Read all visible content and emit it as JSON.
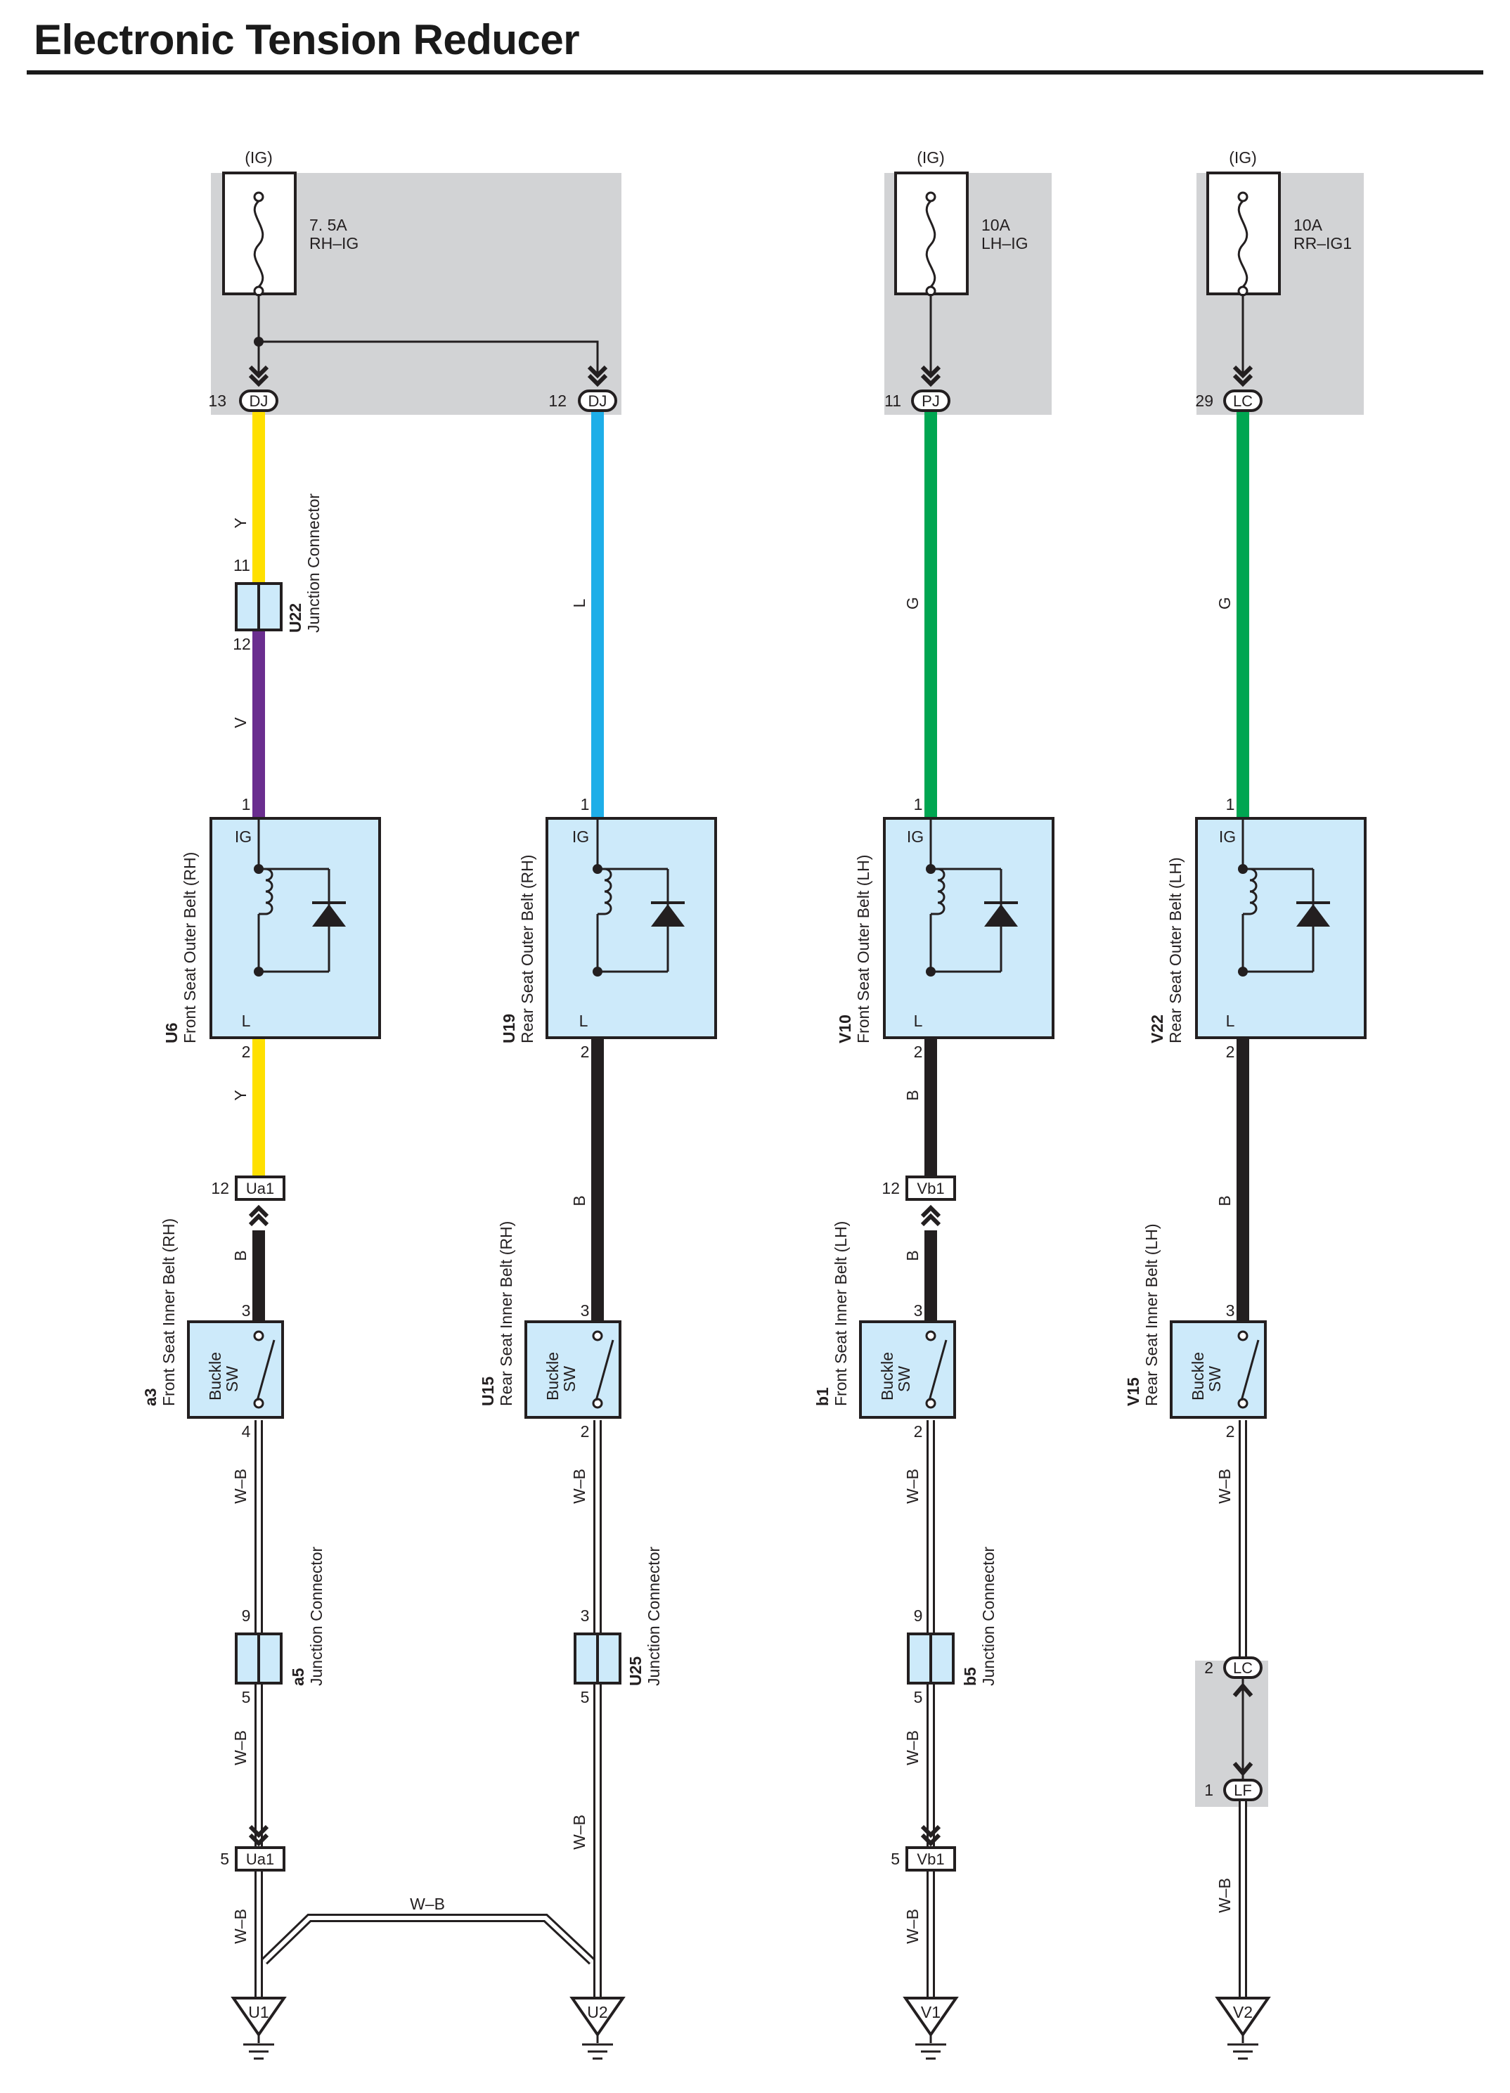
{
  "title": "Electronic Tension Reducer",
  "colors": {
    "yellow": "#ffe000",
    "violet": "#6a2d8f",
    "blue": "#1eaee8",
    "green": "#00a651",
    "black": "#231f20",
    "component_fill": "#cdeafa",
    "box_fill": "#d2d3d5"
  },
  "fuses": [
    {
      "source": "(IG)",
      "rating": "7. 5A",
      "name": "RH–IG"
    },
    {
      "source": "(IG)",
      "rating": "10A",
      "name": "LH–IG"
    },
    {
      "source": "(IG)",
      "rating": "10A",
      "name": "RR–IG1"
    }
  ],
  "top_connectors": [
    {
      "pin": "13",
      "code": "DJ"
    },
    {
      "pin": "12",
      "code": "DJ"
    },
    {
      "pin": "11",
      "code": "PJ"
    },
    {
      "pin": "29",
      "code": "LC"
    }
  ],
  "wire_colors": {
    "c1_top": "Y",
    "c1_mid": "V",
    "c1_low": "Y",
    "c1_buckle": "B",
    "c1_sw": "W–B",
    "c1_jc": "W–B",
    "c1_gnd": "W–B",
    "c2_top": "L",
    "c2_low": "B",
    "c2_sw": "W–B",
    "c2_jc": "W–B",
    "c3_top": "G",
    "c3_low": "B",
    "c3_buckle": "B",
    "c3_sw": "W–B",
    "c3_jc": "W–B",
    "c3_gnd": "W–B",
    "c4_top": "G",
    "c4_low": "B",
    "c4_sw": "W–B",
    "c4_gnd": "W–B",
    "cross": "W–B"
  },
  "junction_u22": {
    "id": "U22",
    "name": "Junction Connector",
    "pin_in": "11",
    "pin_out": "12"
  },
  "belts": [
    {
      "id": "U6",
      "name": "Front Seat Outer Belt (RH)",
      "pin_ig": "1",
      "pin_l": "2",
      "term_ig": "IG",
      "term_l": "L"
    },
    {
      "id": "U19",
      "name": "Rear Seat Outer Belt (RH)",
      "pin_ig": "1",
      "pin_l": "2",
      "term_ig": "IG",
      "term_l": "L"
    },
    {
      "id": "V10",
      "name": "Front Seat Outer Belt (LH)",
      "pin_ig": "1",
      "pin_l": "2",
      "term_ig": "IG",
      "term_l": "L"
    },
    {
      "id": "V22",
      "name": "Rear Seat Outer Belt (LH)",
      "pin_ig": "1",
      "pin_l": "2",
      "term_ig": "IG",
      "term_l": "L"
    }
  ],
  "inline_connectors": [
    {
      "pin": "12",
      "code": "Ua1"
    },
    {
      "pin": "12",
      "code": "Vb1"
    },
    {
      "pin": "5",
      "code": "Ua1"
    },
    {
      "pin": "5",
      "code": "Vb1"
    }
  ],
  "buckles": [
    {
      "id": "a3",
      "name": "Front Seat Inner Belt (RH)",
      "label1": "Buckle",
      "label2": "SW",
      "pin_top": "3",
      "pin_bottom": "4"
    },
    {
      "id": "U15",
      "name": "Rear Seat Inner Belt (RH)",
      "label1": "Buckle",
      "label2": "SW",
      "pin_top": "3",
      "pin_bottom": "2"
    },
    {
      "id": "b1",
      "name": "Front Seat Inner Belt (LH)",
      "label1": "Buckle",
      "label2": "SW",
      "pin_top": "3",
      "pin_bottom": "2"
    },
    {
      "id": "V15",
      "name": "Rear Seat Inner Belt (LH)",
      "label1": "Buckle",
      "label2": "SW",
      "pin_top": "3",
      "pin_bottom": "2"
    }
  ],
  "lower_junctions": [
    {
      "id": "a5",
      "name": "Junction Connector",
      "pin_in": "9",
      "pin_out": "5"
    },
    {
      "id": "U25",
      "name": "Junction Connector",
      "pin_in": "3",
      "pin_out": "5"
    },
    {
      "id": "b5",
      "name": "Junction Connector",
      "pin_in": "9",
      "pin_out": "5"
    }
  ],
  "lc_lf": [
    {
      "pin": "2",
      "code": "LC"
    },
    {
      "pin": "1",
      "code": "LF"
    }
  ],
  "grounds": [
    "U1",
    "U2",
    "V1",
    "V2"
  ]
}
